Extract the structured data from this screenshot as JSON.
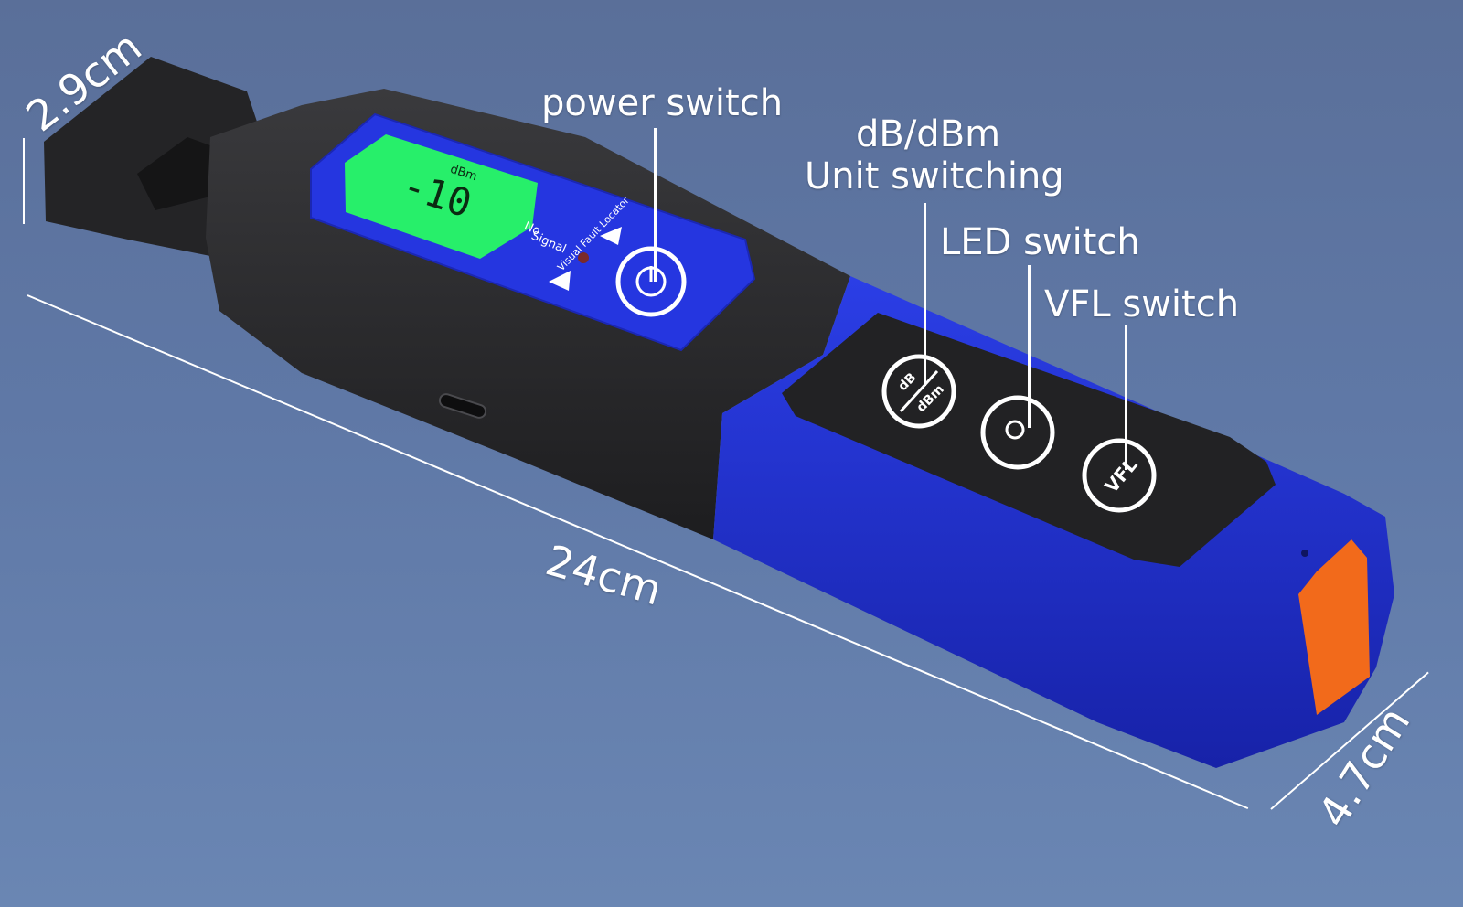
{
  "callouts": {
    "power": "power switch",
    "unit_line1": "dB/dBm",
    "unit_line2": "Unit switching",
    "led": "LED switch",
    "vfl": "VFL switch"
  },
  "dimensions": {
    "height": "2.9cm",
    "length": "24cm",
    "width": "4.7cm"
  },
  "device": {
    "lcd_reading": "-10",
    "lcd_unit": "dBm",
    "panel_label_1": "No",
    "panel_label_2": "Signal",
    "panel_label_3": "Visual Fault Locator",
    "btn_db_top": "dB",
    "btn_db_bottom": "dBm",
    "btn_vfl": "VFL"
  },
  "colors": {
    "body_black": "#2b2b2d",
    "body_blue": "#1f2fc8",
    "lcd_green": "#27ef6a",
    "tip_orange": "#f26a1b"
  }
}
